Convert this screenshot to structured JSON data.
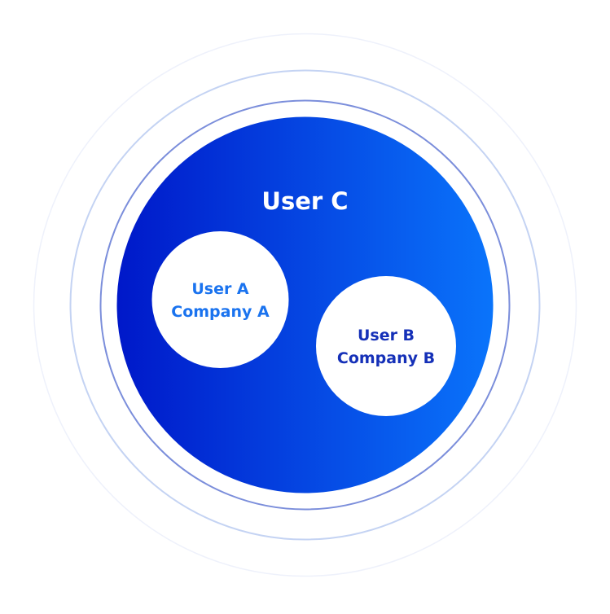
{
  "diagram": {
    "outer_label": "User C",
    "circle_a": {
      "line1": "User A",
      "line2": "Company A"
    },
    "circle_b": {
      "line1": "User B",
      "line2": "Company B"
    }
  },
  "colors": {
    "background": "#ffffff",
    "ring_outer": "#eef1fb",
    "ring_middle": "#c4d3f3",
    "ring_inner": "#7b8edb",
    "gradient_start": "#0018c9",
    "gradient_end": "#0a74fb",
    "circle_fill": "#ffffff",
    "label_a": "#1a73ef",
    "label_b": "#1530b8",
    "outer_label": "#ffffff"
  }
}
